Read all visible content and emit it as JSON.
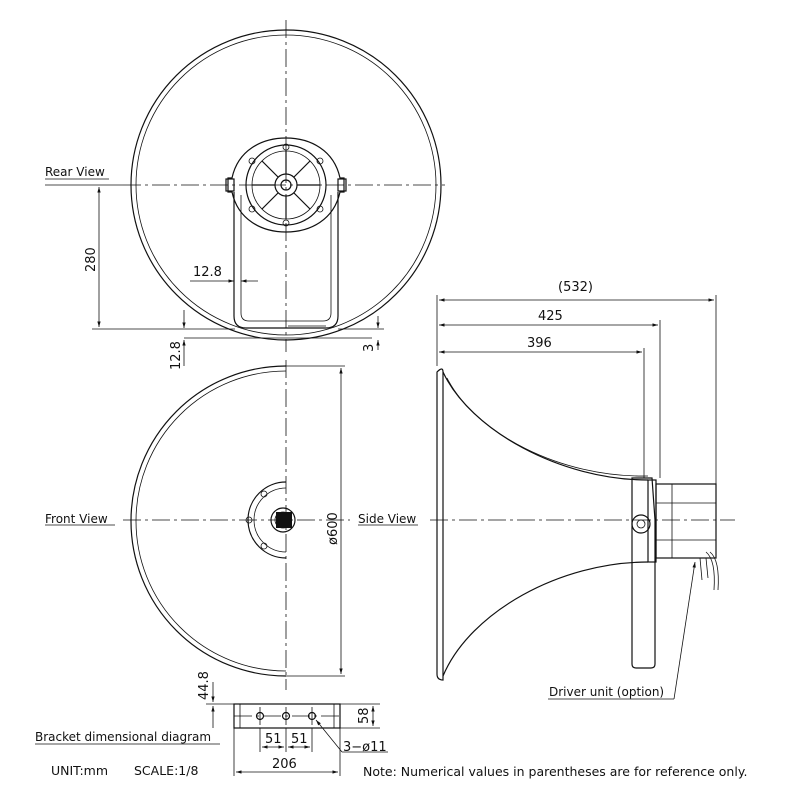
{
  "views": {
    "rear": "Rear View",
    "front": "Front View",
    "side": "Side View",
    "bracket": "Bracket dimensional diagram"
  },
  "dimensions": {
    "d532": "(532)",
    "d425": "425",
    "d396": "396",
    "d280": "280",
    "d12_8_top": "12.8",
    "d12_8_side": "12.8",
    "d3": "3",
    "d600": "ø600",
    "d44_8": "44.8",
    "d58": "58",
    "d51_a": "51",
    "d51_b": "51",
    "d206": "206",
    "holes": "3−ø11"
  },
  "callouts": {
    "driver_unit": "Driver unit (option)"
  },
  "footer": {
    "unit": "UNIT:mm",
    "scale": "SCALE:1/8",
    "note": "Note: Numerical values in parentheses are for reference only."
  }
}
